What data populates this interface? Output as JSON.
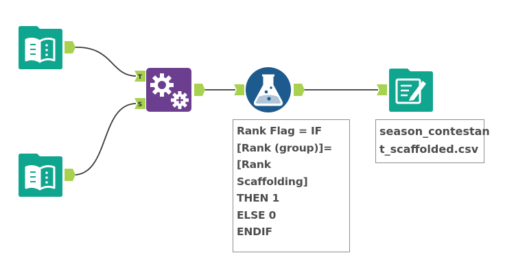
{
  "workflow": {
    "tools": [
      {
        "id": "input-top",
        "type": "input",
        "icon": "book-icon",
        "color": "#10a58f"
      },
      {
        "id": "input-bottom",
        "type": "input",
        "icon": "book-icon",
        "color": "#10a58f"
      },
      {
        "id": "append-fields",
        "type": "join",
        "icon": "gears-plus-icon",
        "color": "#6b3e8f",
        "anchor_top_label": "T",
        "anchor_bottom_label": "S"
      },
      {
        "id": "formula",
        "type": "formula",
        "icon": "flask-icon",
        "color": "#1d5a8e"
      },
      {
        "id": "output",
        "type": "output",
        "icon": "write-file-icon",
        "color": "#10a58f"
      }
    ],
    "anchor_color": "#a8d14f",
    "connection_color": "#3a3a3a",
    "annotations": {
      "formula": "Rank Flag = IF\n[Rank (group)]=\n[Rank\nScaffolding]\nTHEN 1\nELSE 0\nENDIF",
      "output": "season_contestan\nt_scaffolded.csv"
    }
  }
}
